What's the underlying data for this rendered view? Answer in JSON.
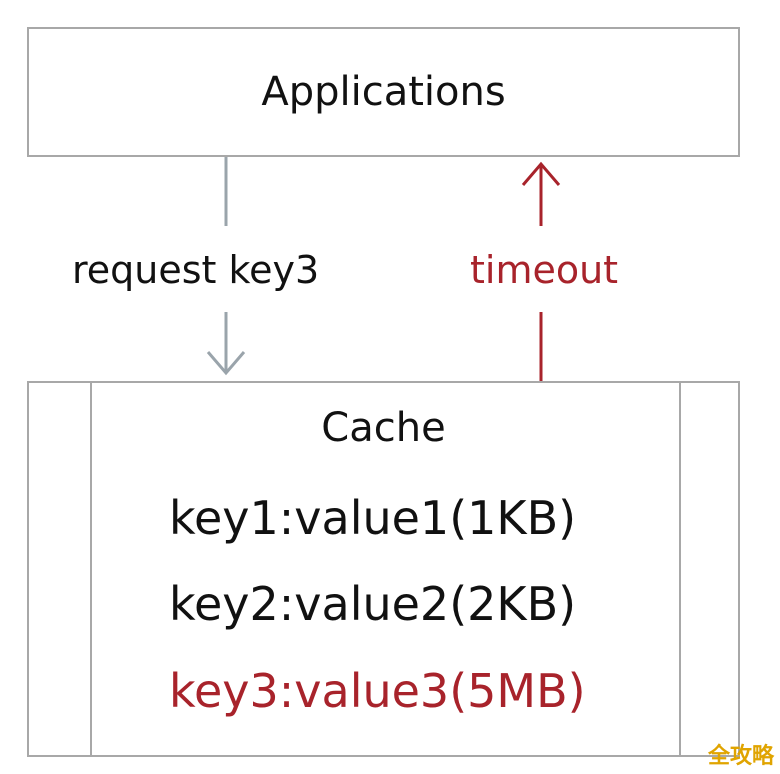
{
  "applications": {
    "title": "Applications"
  },
  "request": {
    "label": "request key3"
  },
  "response": {
    "label": "timeout"
  },
  "cache": {
    "title": "Cache",
    "entries": [
      {
        "text": "key1:value1(1KB)",
        "highlight": false
      },
      {
        "text": "key2:value2(2KB)",
        "highlight": false
      },
      {
        "text": "key3:value3(5MB)",
        "highlight": true
      }
    ]
  },
  "watermark": {
    "text": "全攻略"
  },
  "colors": {
    "border": "#a8a8a8",
    "text": "#111111",
    "highlight": "#a8232b",
    "arrow_gray": "#9aa4ab"
  }
}
